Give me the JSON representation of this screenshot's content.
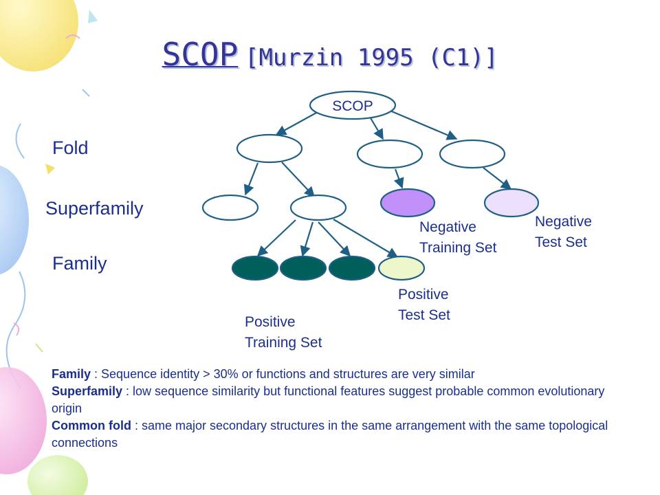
{
  "title": {
    "link_text": "SCOP",
    "subtitle": "[Murzin 1995 (C1)]"
  },
  "levels": {
    "fold": "Fold",
    "superfamily": "Superfamily",
    "family": "Family"
  },
  "root_label": "SCOP",
  "set_labels": {
    "negative_training": [
      "Negative",
      "Training Set"
    ],
    "negative_test": [
      "Negative",
      "Test Set"
    ],
    "positive_test": [
      "Positive",
      "Test Set"
    ],
    "positive_training": [
      "Positive",
      "Training Set"
    ]
  },
  "notes": {
    "family_term": "Family",
    "family_def": " : Sequence identity > 30% or functions and structures are very similar",
    "superfamily_term": "Superfamily",
    "superfamily_def": " : low sequence similarity but functional features suggest probable common evolutionary origin",
    "fold_term": "Common fold",
    "fold_def": " : same major secondary structures in the same arrangement with the same topological connections"
  },
  "colors": {
    "text": "#1a2e8f",
    "arrow": "#1f5f86",
    "positive_training_fill": "#005f5a",
    "positive_test_fill": "#eef7cc",
    "negative_training_fill": "#c08ff7",
    "negative_test_fill": "#ede0fd"
  }
}
